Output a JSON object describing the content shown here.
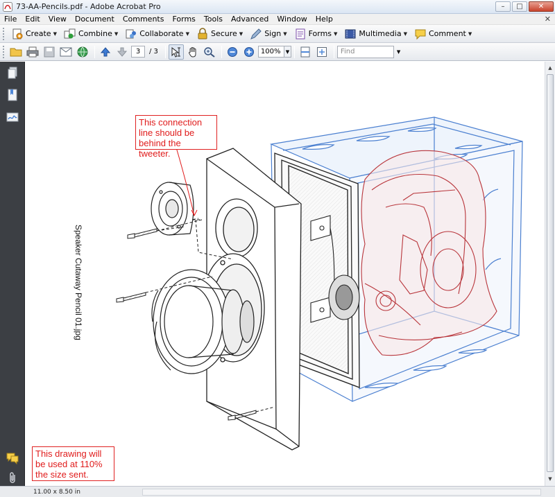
{
  "window": {
    "title": "73-AA-Pencils.pdf - Adobe Acrobat Pro",
    "minimize": "–",
    "maximize": "□",
    "close": "✕"
  },
  "menu": {
    "items": [
      "File",
      "Edit",
      "View",
      "Document",
      "Comments",
      "Forms",
      "Tools",
      "Advanced",
      "Window",
      "Help"
    ],
    "close": "✕"
  },
  "tasks_toolbar": {
    "create": "Create",
    "combine": "Combine",
    "collaborate": "Collaborate",
    "secure": "Secure",
    "sign": "Sign",
    "forms": "Forms",
    "multimedia": "Multimedia",
    "comment": "Comment"
  },
  "nav_toolbar": {
    "page_current": "3",
    "page_total": "/ 3",
    "zoom": "100%",
    "find_placeholder": "Find"
  },
  "document": {
    "rotated_label": "Speaker Cutaway Pencil 01.jpg",
    "note_top": "This connection\nline should be\nbehind the tweeter.",
    "note_bottom": "This drawing will\nbe used at 110%\nthe size sent."
  },
  "status": {
    "page_size": "11.00 x 8.50 in"
  },
  "colors": {
    "annotation_red": "#e01b1b",
    "cutaway_blue": "#4a7fd0",
    "cutaway_red": "#b8343a",
    "nav_pane": "#3c3f44"
  }
}
